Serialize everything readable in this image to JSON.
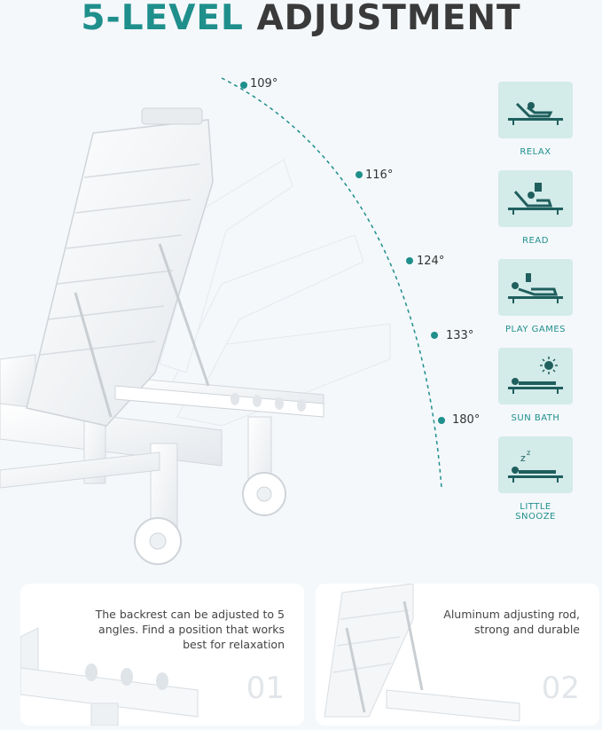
{
  "header": {
    "title_accent": "5-LEVEL",
    "title_rest": "ADJUSTMENT"
  },
  "angles": [
    "109°",
    "116°",
    "124°",
    "133°",
    "180°"
  ],
  "positions": [
    {
      "label": "RELAX",
      "icon": "relax-icon"
    },
    {
      "label": "READ",
      "icon": "read-icon"
    },
    {
      "label": "PLAY GAMES",
      "icon": "play-games-icon"
    },
    {
      "label": "SUN BATH",
      "icon": "sun-bath-icon"
    },
    {
      "label": "LITTLE SNOOZE",
      "icon": "little-snooze-icon"
    }
  ],
  "cards": [
    {
      "text": "The backrest can be adjusted to 5 angles. Find a position that works best for relaxation",
      "number": "01"
    },
    {
      "text": "Aluminum adjusting rod, strong and durable",
      "number": "02"
    }
  ],
  "colors": {
    "accent": "#1f8f8c",
    "tile": "#d3ebe9",
    "text": "#3a3a3a"
  }
}
